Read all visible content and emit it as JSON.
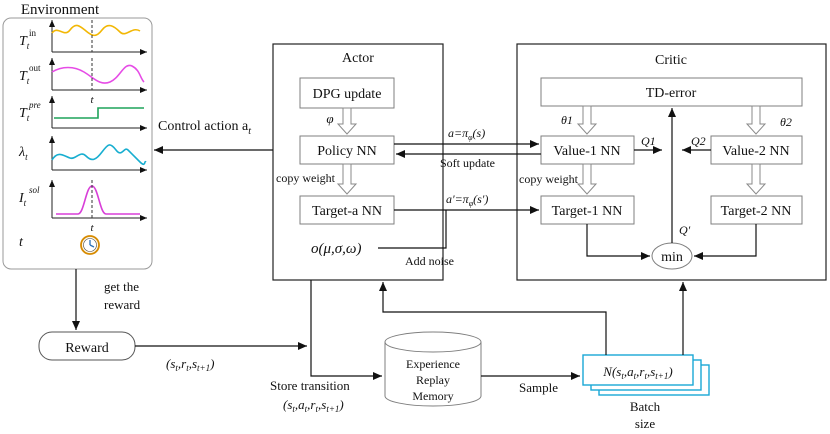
{
  "environment": {
    "title": "Environment",
    "rows": [
      {
        "base": "T",
        "sub": "t",
        "sup": "in",
        "color": "#f2b705"
      },
      {
        "base": "T",
        "sub": "t",
        "sup": "out",
        "color": "#e64ce6"
      },
      {
        "base": "T",
        "sub": "t",
        "sup": "pre",
        "color": "#1ea35a"
      },
      {
        "base": "λ",
        "sub": "t",
        "sup": "",
        "color": "#18aed0"
      },
      {
        "base": "I",
        "sub": "t",
        "sup": "sol",
        "color": "#d83fd8"
      },
      {
        "base": "t",
        "sub": "",
        "sup": "",
        "color": "#d68a00"
      }
    ],
    "cursor_label": "t"
  },
  "actor": {
    "title": "Actor",
    "dpg_update": "DPG update",
    "phi": "φ",
    "policy_nn": "Policy NN",
    "copy_weight": "copy weight",
    "target_a_nn": "Target-a NN",
    "noise_label": "o(μ,σ,ω)",
    "add_noise": "Add noise"
  },
  "critic": {
    "title": "Critic",
    "td_error": "TD-error",
    "theta1": "θ1",
    "theta2": "θ2",
    "value1_nn": "Value-1 NN",
    "value2_nn": "Value-2 NN",
    "target1_nn": "Target-1 NN",
    "target2_nn": "Target-2 NN",
    "copy_weight": "copy weight",
    "q1": "Q1",
    "q2": "Q2",
    "q_prime": "Q'",
    "min": "min"
  },
  "links": {
    "control_action": "Control action a",
    "control_action_sub": "t",
    "a_equation": "a=π",
    "a_equation_tail": "(s)",
    "soft_update": "Soft update",
    "a_prime_equation": "a'=π",
    "a_prime_tail": "(s')",
    "get_reward_1": "get the",
    "get_reward_2": "reward",
    "reward": "Reward",
    "transition": "(st,rt,st+1)",
    "store_1": "Store transition",
    "store_2": "(st,at,rt,st+1)",
    "memory_1": "Experience",
    "memory_2": "Replay",
    "memory_3": "Memory",
    "sample": "Sample",
    "batch_formula": "N(st,at,rt,st+1)",
    "batch_1": "Batch",
    "batch_2": "size"
  }
}
